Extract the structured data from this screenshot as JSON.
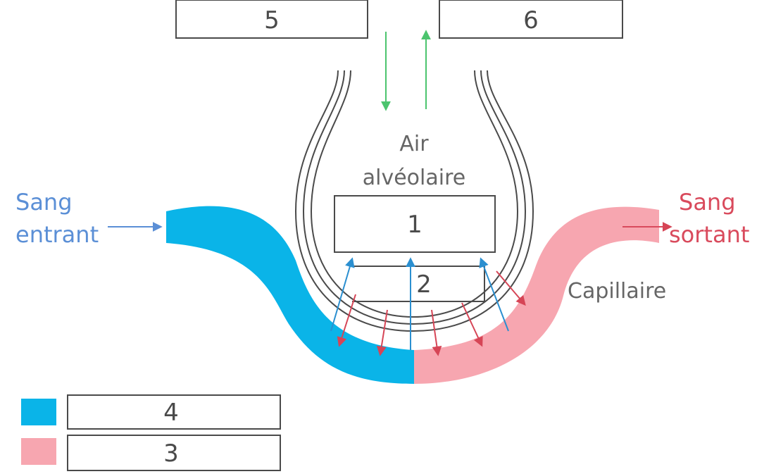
{
  "boxes": {
    "box1": "1",
    "box2": "2",
    "box3": "3",
    "box4": "4",
    "box5": "5",
    "box6": "6"
  },
  "labels": {
    "air_line1": "Air",
    "air_line2": "alvéolaire",
    "sang_entrant_line1": "Sang",
    "sang_entrant_line2": "entrant",
    "sang_sortant_line1": "Sang",
    "sang_sortant_line2": "sortant",
    "capillaire": "Capillaire"
  },
  "colors": {
    "deoxygenated_blood": "#0AB4E8",
    "oxygenated_blood": "#F7A6B0",
    "blue_text": "#5B8FD6",
    "red_text": "#D94A5C",
    "blue_arrow": "#2B8FD0",
    "red_arrow": "#D64556",
    "green_arrow": "#4CC46E",
    "outline": "#4a4a4a",
    "grey_text": "#666666"
  },
  "legend": [
    {
      "swatch": "deoxygenated_blood",
      "box": "box4"
    },
    {
      "swatch": "oxygenated_blood",
      "box": "box3"
    }
  ]
}
